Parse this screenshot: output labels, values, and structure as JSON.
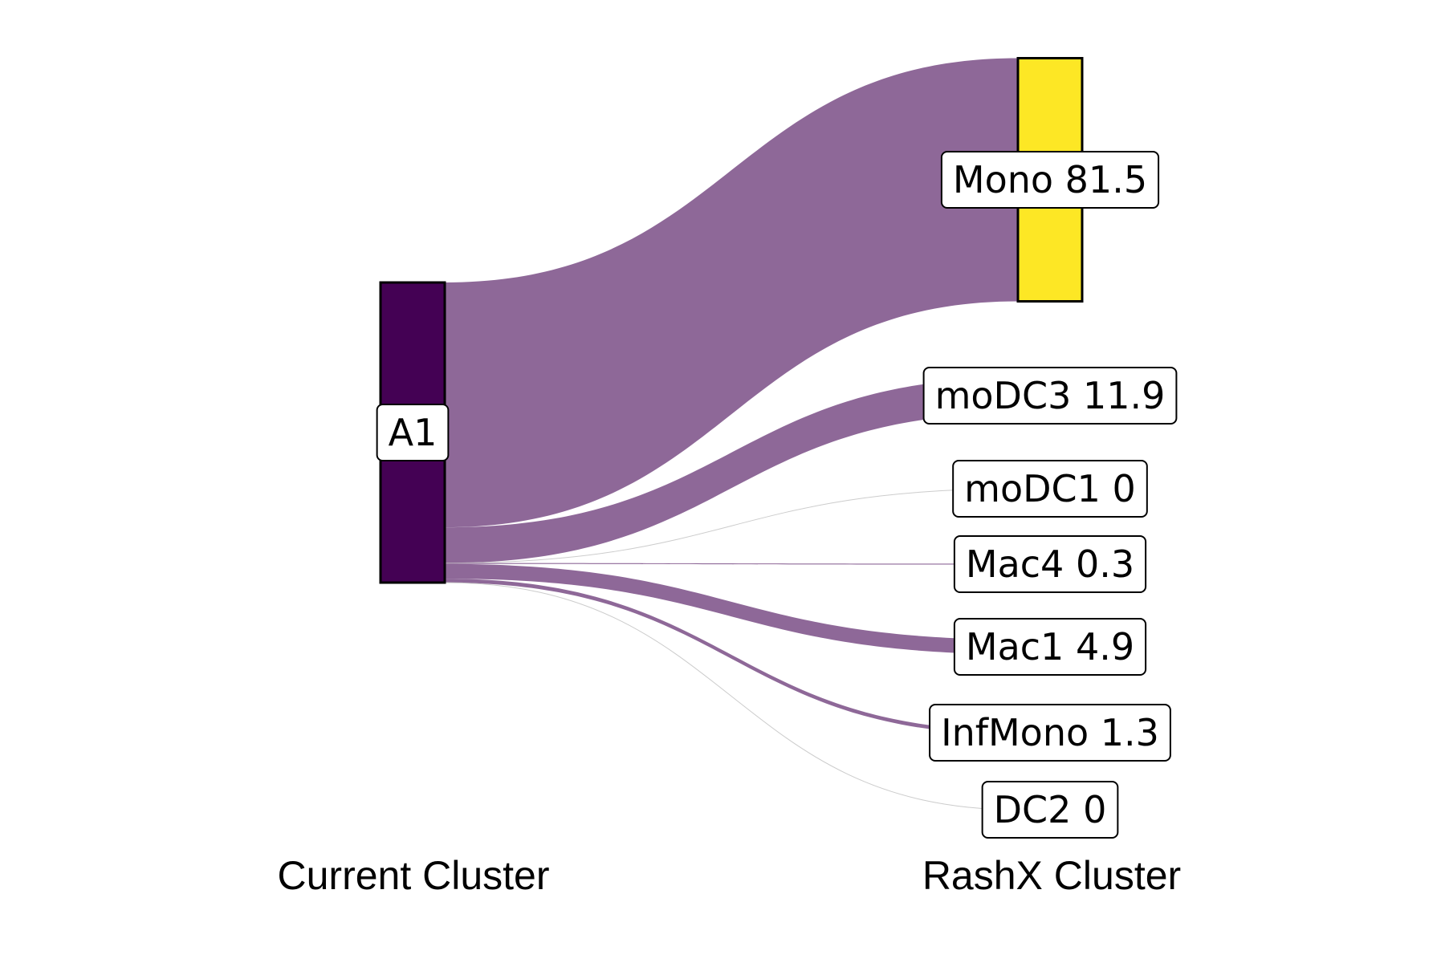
{
  "chart_data": {
    "type": "sankey",
    "left_axis_label": "Current Cluster",
    "right_axis_label": "RashX Cluster",
    "source": {
      "name": "A1",
      "label": "A1",
      "color": "#440154"
    },
    "flow_color": "#8e6898",
    "targets": [
      {
        "name": "Mono",
        "value": 81.5,
        "label": "Mono 81.5",
        "color": "#fde725"
      },
      {
        "name": "moDC3",
        "value": 11.9,
        "label": "moDC3 11.9",
        "color": "#8e6898"
      },
      {
        "name": "moDC1",
        "value": 0,
        "label": "moDC1 0",
        "color": "#8e6898"
      },
      {
        "name": "Mac4",
        "value": 0.3,
        "label": "Mac4 0.3",
        "color": "#8e6898"
      },
      {
        "name": "Mac1",
        "value": 4.9,
        "label": "Mac1 4.9",
        "color": "#8e6898"
      },
      {
        "name": "InfMono",
        "value": 1.3,
        "label": "InfMono 1.3",
        "color": "#8e6898"
      },
      {
        "name": "DC2",
        "value": 0,
        "label": "DC2 0",
        "color": "#8e6898"
      }
    ]
  }
}
